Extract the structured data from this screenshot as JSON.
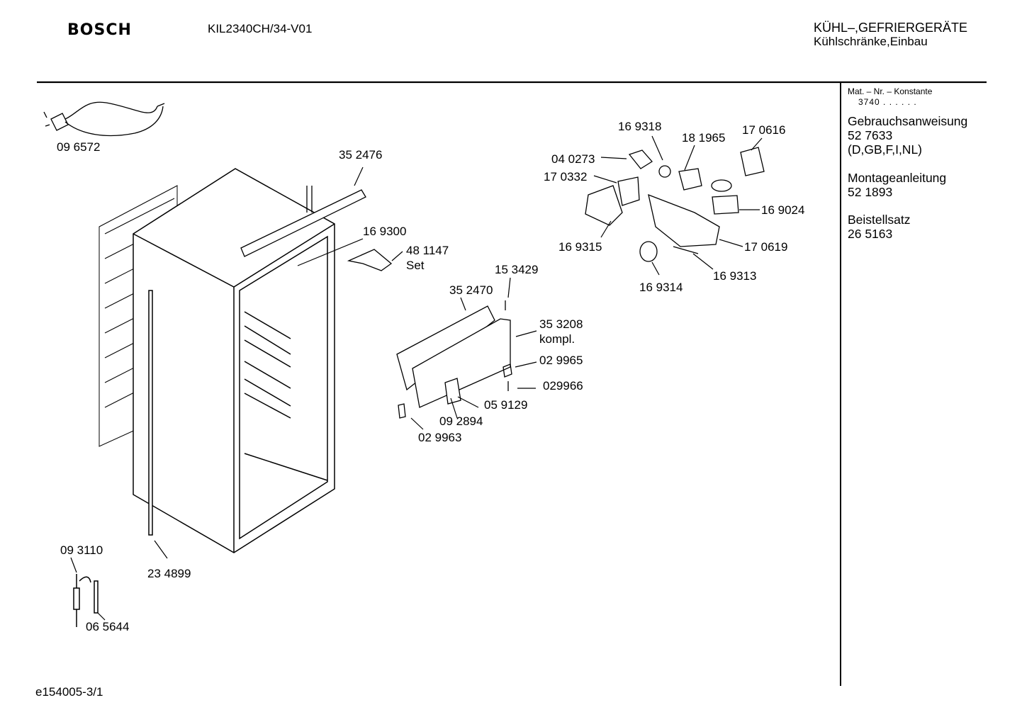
{
  "header": {
    "brand": "BOSCH",
    "model": "KIL2340CH/34-V01",
    "category_line1": "KÜHL–,GEFRIERGERÄTE",
    "category_line2": "Kühlschränke,Einbau"
  },
  "sidebar": {
    "mat_label": "Mat. – Nr. – Konstante",
    "mat_value": "3740 . . . . . .",
    "docs": [
      {
        "title": "Gebrauchsanweisung",
        "number": "52 7633",
        "extra": "(D,GB,F,I,NL)"
      },
      {
        "title": "Montageanleitung",
        "number": "52 1893"
      },
      {
        "title": "Beistellsatz",
        "number": "26 5163"
      }
    ]
  },
  "parts": {
    "p096572": "09 6572",
    "p352476": "35 2476",
    "p169300": "16 9300",
    "p481147": "48 1147",
    "p481147_note": "Set",
    "p153429": "15 3429",
    "p352470": "35 2470",
    "p353208": "35 3208",
    "p353208_note": "kompl.",
    "p029965": "02 9965",
    "p029966": "029966",
    "p059129": "05 9129",
    "p092894": "09 2894",
    "p029963": "02 9963",
    "p093110": "09 3110",
    "p234899": "23 4899",
    "p065644": "06 5644",
    "p169318": "16 9318",
    "p181965": "18 1965",
    "p170616": "17 0616",
    "p040273": "04 0273",
    "p170332": "17 0332",
    "p169024": "16 9024",
    "p169315": "16 9315",
    "p170619": "17 0619",
    "p169313": "16 9313",
    "p169314": "16 9314"
  },
  "footer": {
    "drawing_id": "e154005-3/1"
  }
}
